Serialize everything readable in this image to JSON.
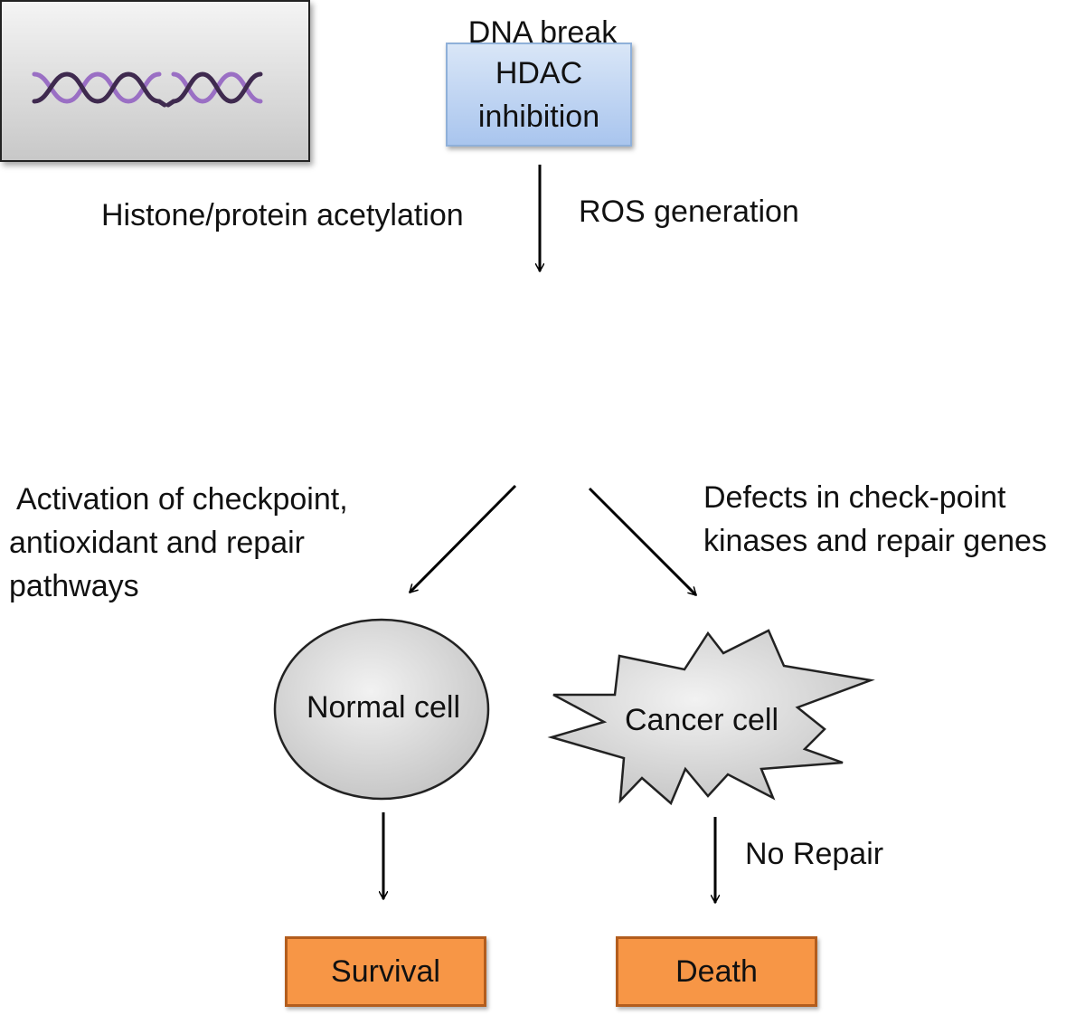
{
  "nodes": {
    "hdac": "HDAC inhibition",
    "dna_break": "DNA break",
    "normal_cell": "Normal cell",
    "cancer_cell": "Cancer cell",
    "survival": "Survival",
    "death": "Death"
  },
  "edges": {
    "histone": "Histone/protein acetylation",
    "ros": "ROS generation",
    "activation": {
      "line1": "Activation of checkpoint,",
      "line2": "antioxidant and repair",
      "line3": "pathways"
    },
    "defects": {
      "line1": "Defects in check-point",
      "line2": "kinases and repair genes"
    },
    "no_repair": "No Repair"
  },
  "colors": {
    "hdac_fill": "#a9c5ee",
    "dna_fill": "#d9d9d9",
    "cell_fill": "#dedede",
    "outcome_fill": "#f79646",
    "helix_dark": "#3f2a4f",
    "helix_light": "#9a6fc4"
  }
}
